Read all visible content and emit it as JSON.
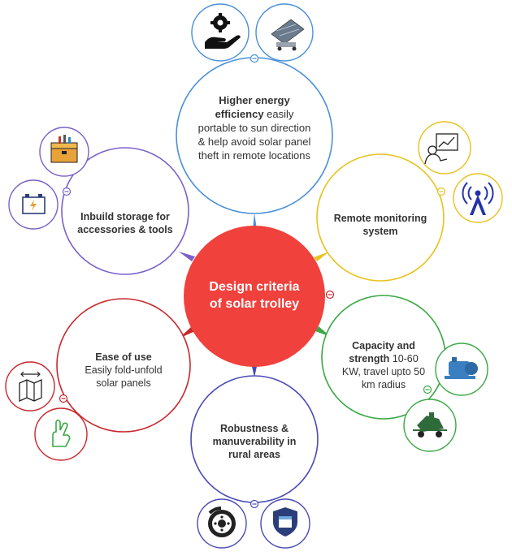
{
  "center": {
    "line1": "Design criteria",
    "line2": "of solar trolley",
    "color": "#f0413c"
  },
  "nodes": {
    "top": {
      "bold": "Higher energy efficiency",
      "text": " easily portable to sun direction & help avoid solar panel theft in remote locations",
      "color": "#4a90d9"
    },
    "left": {
      "bold": "Inbuild storage for accessories & tools",
      "text": "",
      "color": "#7b61c9"
    },
    "right": {
      "bold": "Remote monitoring system",
      "text": "",
      "color": "#e8c21e"
    },
    "lower_left": {
      "bold": "Ease of use",
      "text": "Easily fold-unfold solar panels",
      "color": "#c8282d"
    },
    "lower_right": {
      "bold": "Capacity and strength",
      "text": " 10-60 KW, travel upto 50 km radius",
      "color": "#3aa845"
    },
    "bottom": {
      "bold": "Robustness & manuverability in rural areas",
      "text": "",
      "color": "#4a4ab8"
    }
  },
  "icons": [
    "hand-gear-icon",
    "solar-trolley-photo-icon",
    "toolbox-icon",
    "battery-icon",
    "monitoring-person-icon",
    "signal-tower-icon",
    "folding-map-icon",
    "crossed-fingers-icon",
    "water-pump-icon",
    "farm-machine-icon",
    "brake-disc-icon",
    "shield-box-icon"
  ]
}
